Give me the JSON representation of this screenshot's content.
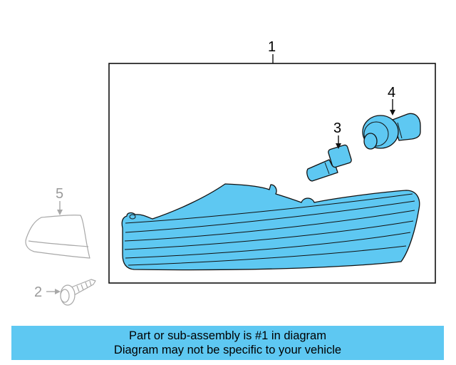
{
  "colors": {
    "part_fill": "#5ec8f2",
    "part_stroke": "#111111",
    "faded_stroke": "#a8a8a8",
    "banner": "#5ec8f2"
  },
  "callouts": {
    "main": "1",
    "screw": "2",
    "bulb_small": "3",
    "bulb_socket": "4",
    "bracket": "5"
  },
  "banner": {
    "line1": "Part or sub-assembly is #1 in diagram",
    "line2": "Diagram may not be specific to your vehicle"
  }
}
